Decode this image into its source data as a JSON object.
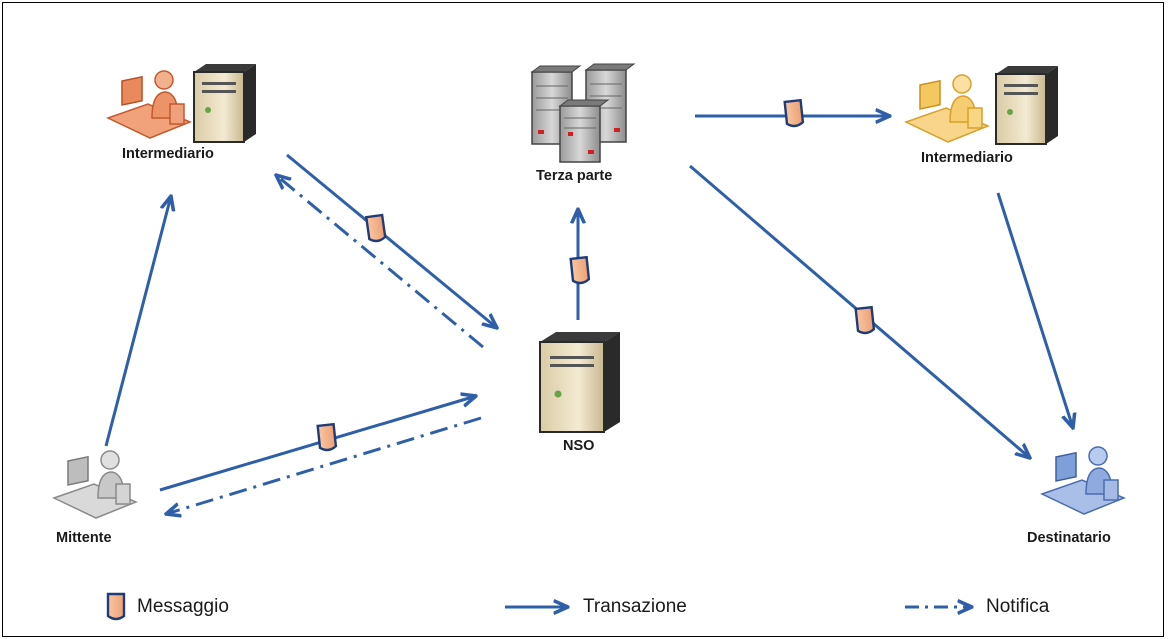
{
  "nodes": {
    "intermediario_left": {
      "label": "Intermediario",
      "icon": "operator-workstation-server-icon",
      "color": "#e07a4a"
    },
    "terza_parte": {
      "label": "Terza parte",
      "icon": "server-cluster-icon"
    },
    "intermediario_right": {
      "label": "Intermediario",
      "icon": "operator-workstation-server-icon",
      "color": "#f0b840"
    },
    "nso": {
      "label": "NSO",
      "icon": "server-tower-icon"
    },
    "mittente": {
      "label": "Mittente",
      "icon": "operator-workstation-icon",
      "color": "#b0b0b0"
    },
    "destinatario": {
      "label": "Destinatario",
      "icon": "operator-workstation-icon",
      "color": "#6d8fcc"
    }
  },
  "legend": {
    "messaggio": "Messaggio",
    "transazione": "Transazione",
    "notifica": "Notifica"
  },
  "colors": {
    "arrow": "#2e5fa8",
    "message_fill": "#f6b98f",
    "message_stroke": "#1f3c78"
  }
}
